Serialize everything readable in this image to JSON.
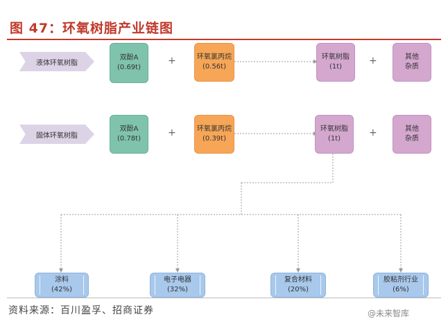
{
  "header": {
    "title": "图 47：环氧树脂产业链图"
  },
  "rows": [
    {
      "category": "液体环氧树脂",
      "bisphenol": {
        "name": "双酚A",
        "amount": "(0.69t)"
      },
      "epichlorohydrin": {
        "name": "环氧氯丙烷",
        "amount": "(0.56t)"
      },
      "resin": {
        "name": "环氧树脂",
        "amount": "(1t)"
      },
      "impurity": {
        "line1": "其他",
        "line2": "杂质"
      }
    },
    {
      "category": "固体环氧树脂",
      "bisphenol": {
        "name": "双酚A",
        "amount": "(0.78t)"
      },
      "epichlorohydrin": {
        "name": "环氧氯丙烷",
        "amount": "(0.39t)"
      },
      "resin": {
        "name": "环氧树脂",
        "amount": "(1t)"
      },
      "impurity": {
        "line1": "其他",
        "line2": "杂质"
      }
    }
  ],
  "plus_sign": "+",
  "applications": [
    {
      "name": "涂料",
      "share": "(42%)"
    },
    {
      "name": "电子电器",
      "share": "(32%)"
    },
    {
      "name": "复合材料",
      "share": "(20%)"
    },
    {
      "name": "胶粘剂行业",
      "share": "(6%)"
    }
  ],
  "footer": {
    "source": "资料来源：百川盈孚、招商证券",
    "watermark": "@未来智库"
  },
  "colors": {
    "accent": "#c0392b",
    "bisphenol": "#7fc3ad",
    "epichlorohydrin": "#f6a656",
    "resin": "#d4a7cf",
    "application": "#a8c8ec",
    "category_tag": "#ddd3e6"
  }
}
